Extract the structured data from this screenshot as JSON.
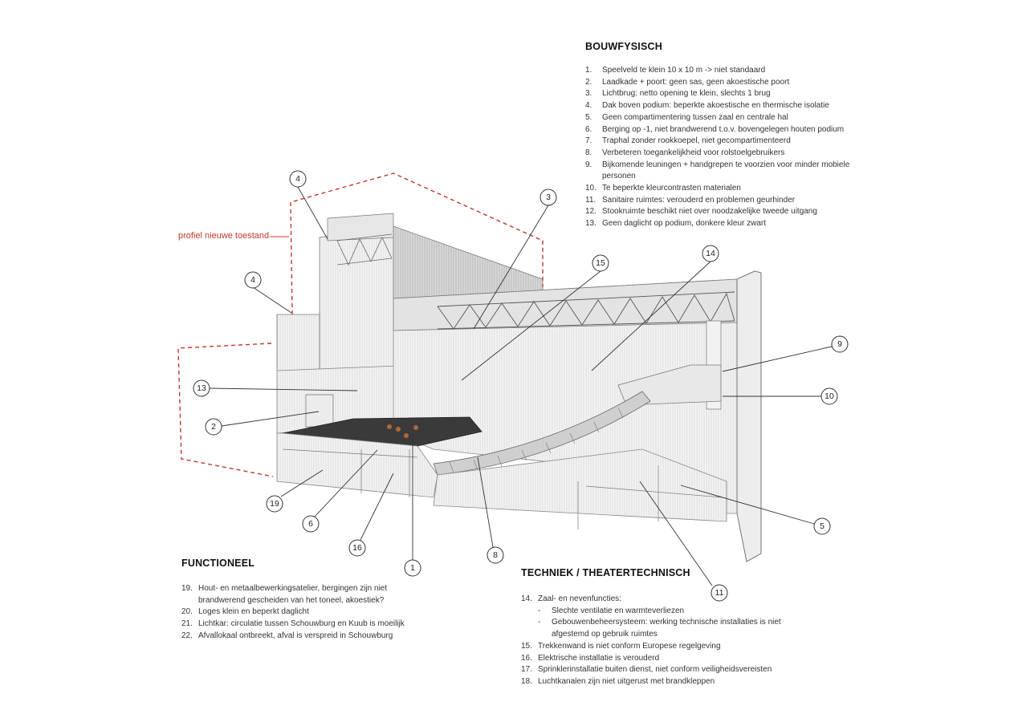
{
  "bouwfysisch": {
    "title": "BOUWFYSISCH",
    "items": [
      {
        "num": "1.",
        "text": "Speelveld te klein 10 x 10 m -> niet standaard"
      },
      {
        "num": "2.",
        "text": "Laadkade + poort: geen sas, geen akoestische poort"
      },
      {
        "num": "3.",
        "text": "Lichtbrug: netto opening te klein, slechts 1 brug"
      },
      {
        "num": "4.",
        "text": "Dak boven podium: beperkte akoestische en thermische isolatie"
      },
      {
        "num": "5.",
        "text": "Geen compartimentering tussen zaal en centrale hal"
      },
      {
        "num": "6.",
        "text": "Berging op -1, niet brandwerend t.o.v. bovengelegen houten podium"
      },
      {
        "num": "7.",
        "text": "Traphal zonder rookkoepel, niet gecompartimenteerd"
      },
      {
        "num": "8.",
        "text": "Verbeteren toegankelijkheid voor rolstoelgebruikers"
      },
      {
        "num": "9.",
        "text": "Bijkomende leuningen + handgrepen te voorzien voor minder mobiele personen"
      },
      {
        "num": "10.",
        "text": "Te beperkte kleurcontrasten materialen"
      },
      {
        "num": "11.",
        "text": "Sanitaire ruimtes: verouderd en problemen geurhinder"
      },
      {
        "num": "12.",
        "text": "Stookruimte beschikt niet over noodzakelijke tweede uitgang"
      },
      {
        "num": "13.",
        "text": "Geen daglicht op podium, donkere kleur zwart"
      }
    ]
  },
  "functioneel": {
    "title": "FUNCTIONEEL",
    "items": [
      {
        "num": "19.",
        "text": "Hout- en metaalbewerkingsatelier, bergingen zijn niet brandwerend gescheiden van het toneel, akoestiek?"
      },
      {
        "num": "20.",
        "text": "Loges klein en beperkt daglicht"
      },
      {
        "num": "21.",
        "text": "Lichtkar: circulatie tussen Schouwburg en Kuub is moeilijk"
      },
      {
        "num": "22.",
        "text": "Afvallokaal ontbreekt, afval is verspreid in Schouwburg"
      }
    ]
  },
  "techniek": {
    "title": "TECHNIEK / THEATERTECHNISCH",
    "item14": {
      "num": "14.",
      "text": "Zaal- en nevenfuncties:"
    },
    "sub": [
      {
        "dash": "-",
        "text": "Slechte ventilatie en warmteverliezen"
      },
      {
        "dash": "-",
        "text": "Gebouwenbeheersysteem: werking technische installaties is niet afgestemd op gebruik ruimtes"
      }
    ],
    "items": [
      {
        "num": "15.",
        "text": "Trekkenwand is niet conform Europese regelgeving"
      },
      {
        "num": "16.",
        "text": "Elektrische installatie is verouderd"
      },
      {
        "num": "17.",
        "text": "Sprinklerinstallatie buiten dienst, niet conform veiligheidsvereisten"
      },
      {
        "num": "18.",
        "text": "Luchtkanalen zijn niet uitgerust met brandkleppen"
      }
    ]
  },
  "diagram": {
    "profile_label": "profiel nieuwe toestand",
    "profile_color": "#c0392b",
    "callouts": [
      "4",
      "3",
      "15",
      "14",
      "4",
      "13",
      "2",
      "9",
      "10",
      "19",
      "6",
      "16",
      "1",
      "8",
      "5",
      "11"
    ]
  }
}
